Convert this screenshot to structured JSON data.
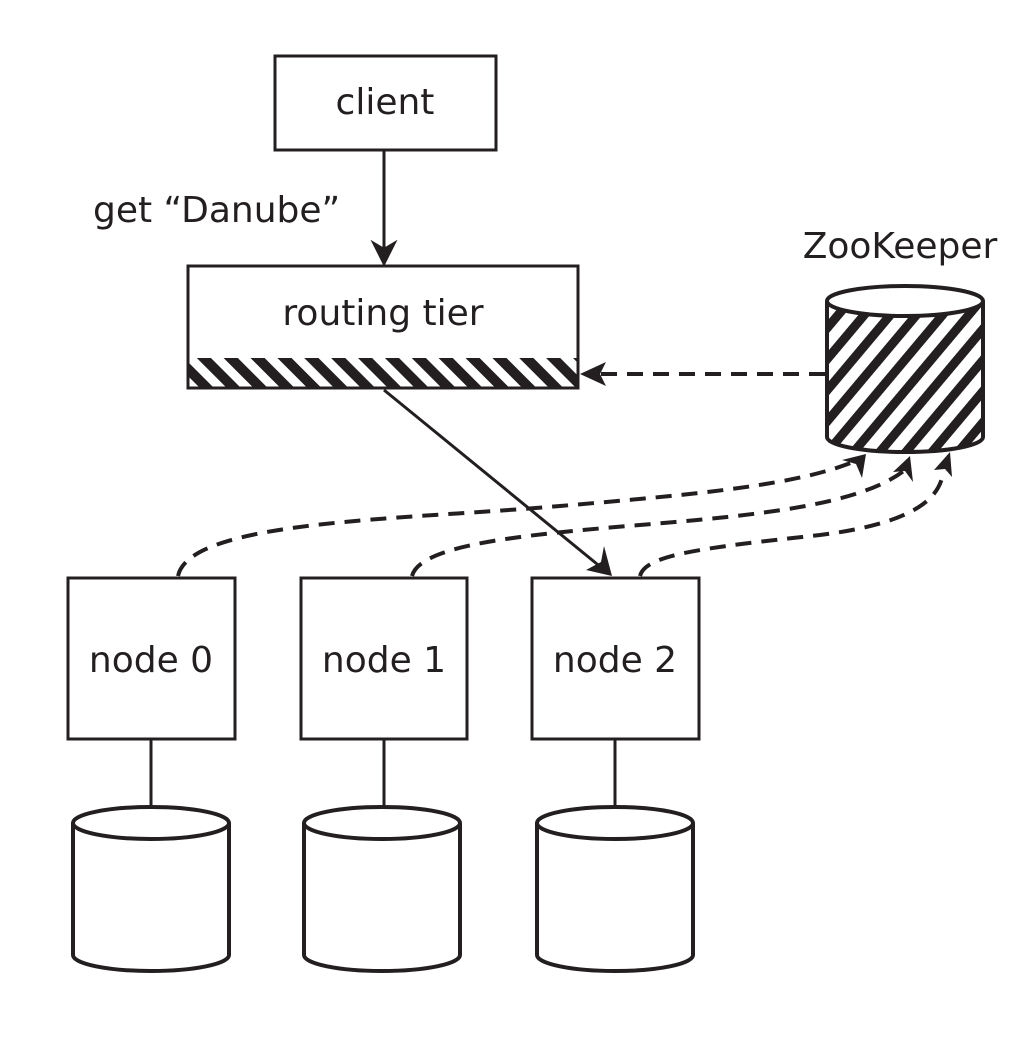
{
  "diagram": {
    "title": "Request routing via a routing tier with ZooKeeper partition metadata",
    "colors": {
      "ink": "#231f20",
      "background": "#ffffff"
    },
    "client": {
      "label": "client"
    },
    "request": {
      "label": "get “Danube”"
    },
    "routing_tier": {
      "label": "routing tier",
      "has_hatched_metadata_band": true
    },
    "coordinator": {
      "label": "ZooKeeper",
      "style": "hatched-cylinder"
    },
    "nodes": [
      {
        "label": "node 0"
      },
      {
        "label": "node 1"
      },
      {
        "label": "node 2"
      }
    ],
    "storage": [
      {
        "name": "disk-node-0"
      },
      {
        "name": "disk-node-1"
      },
      {
        "name": "disk-node-2"
      }
    ],
    "edges": [
      {
        "from": "client",
        "to": "routing tier",
        "style": "solid-arrow",
        "label": "get “Danube”"
      },
      {
        "from": "routing tier",
        "to": "node 2",
        "style": "solid-arrow"
      },
      {
        "from": "ZooKeeper",
        "to": "routing tier",
        "style": "dashed-arrow"
      },
      {
        "from": "node 0",
        "to": "ZooKeeper",
        "style": "dashed-arrow"
      },
      {
        "from": "node 1",
        "to": "ZooKeeper",
        "style": "dashed-arrow"
      },
      {
        "from": "node 2",
        "to": "ZooKeeper",
        "style": "dashed-arrow"
      },
      {
        "from": "node 0",
        "to": "disk-node-0",
        "style": "solid-line"
      },
      {
        "from": "node 1",
        "to": "disk-node-1",
        "style": "solid-line"
      },
      {
        "from": "node 2",
        "to": "disk-node-2",
        "style": "solid-line"
      }
    ]
  }
}
